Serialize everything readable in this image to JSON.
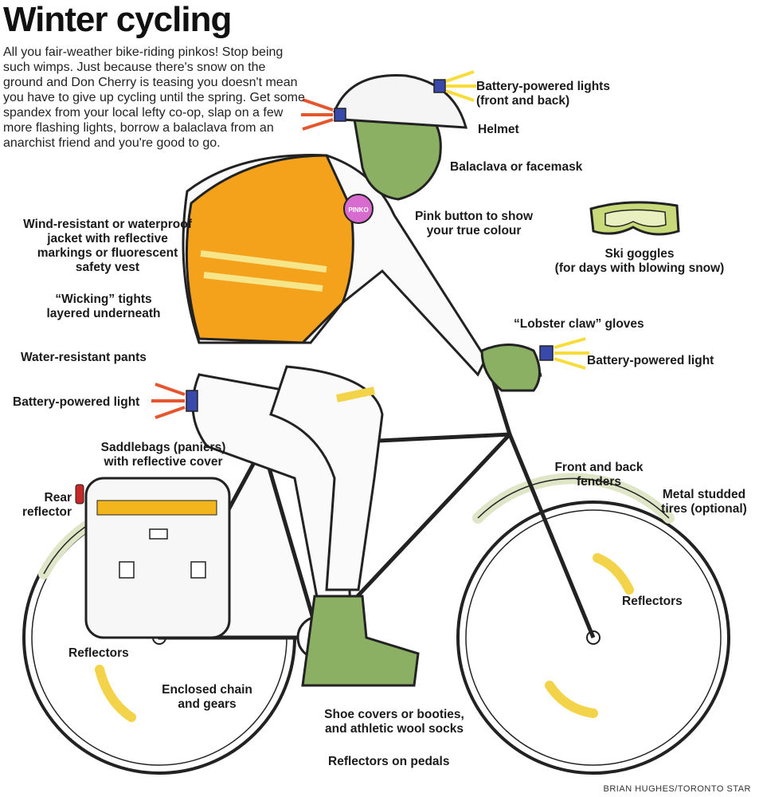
{
  "title": "Winter cycling",
  "intro": "All you fair-weather bike-riding pinkos! Stop being such wimps. Just because there's snow on the ground and Don Cherry is teasing you doesn't mean you have to give up cycling until the spring. Get some spandex from your local lefty co-op, slap on a few more flashing lights, borrow a balaclava from an anarchist friend and you're good to go.",
  "labels": {
    "battery_lights_front_back": "Battery-powered lights\n(front and back)",
    "helmet": "Helmet",
    "balaclava": "Balaclava or facemask",
    "pink_button": "Pink button to show\nyour true colour",
    "ski_goggles": "Ski goggles\n(for days with blowing snow)",
    "jacket": "Wind-resistant or waterproof\njacket with reflective\nmarkings or fluorescent\nsafety vest",
    "tights": "“Wicking” tights\nlayered underneath",
    "pants": "Water-resistant pants",
    "battery_light_rear": "Battery-powered light",
    "lobster_gloves": "“Lobster claw” gloves",
    "battery_light_handlebar": "Battery-powered light",
    "saddlebags": "Saddlebags (paniers)\nwith reflective cover",
    "rear_reflector": "Rear\nreflector",
    "fenders": "Front and back\nfenders",
    "studded_tires": "Metal studded\ntires (optional)",
    "reflectors_front": "Reflectors",
    "reflectors_rear": "Reflectors",
    "chain": "Enclosed chain\nand gears",
    "shoe_covers": "Shoe covers or booties,\nand athletic wool socks",
    "pedal_reflectors": "Reflectors on pedals"
  },
  "button_text": "PINKO",
  "credit": "BRIAN HUGHES/TORONTO STAR",
  "colors": {
    "vest": "#f4a21c",
    "reflective": "#f3d34a",
    "skin": "#8bb063",
    "fender": "#dfe6c8",
    "pink_button": "#d86bd0",
    "light_beam": "#f7dc3a",
    "red_beam": "#e4572e"
  }
}
